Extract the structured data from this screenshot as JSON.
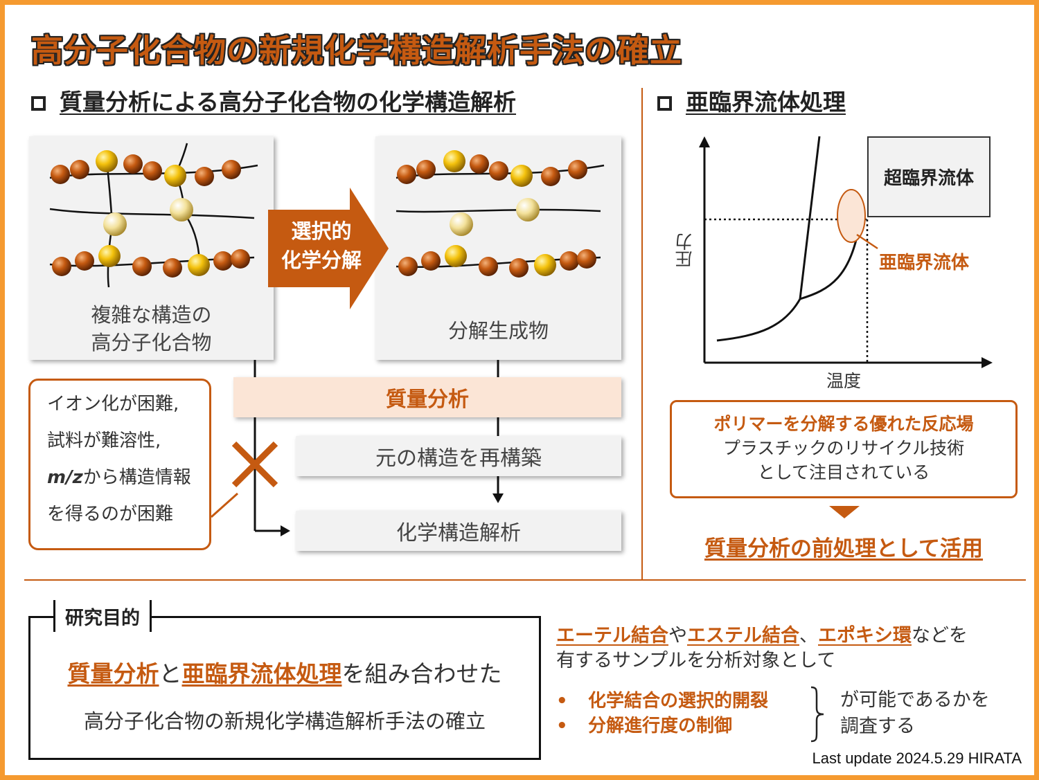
{
  "title": "高分子化合物の新規化学構造解析手法の確立",
  "left_section": {
    "heading": "質量分析による高分子化合物の化学構造解析",
    "complex_label_1": "複雑な構造の",
    "complex_label_2": "高分子化合物",
    "arrow_label_1": "選択的",
    "arrow_label_2": "化学分解",
    "products_label": "分解生成物",
    "ms_label": "質量分析",
    "rebuild_label": "元の構造を再構築",
    "analysis_label": "化学構造解析",
    "problem_lines": [
      "イオン化が困難,",
      "試料が難溶性,",
      "から構造情報",
      "を得るのが困難"
    ],
    "mz": "m/z"
  },
  "right_section": {
    "heading": "亜臨界流体処理",
    "supercritical_label": "超臨界流体",
    "subcritical_label": "亜臨界流体",
    "y_axis": "圧力",
    "x_axis": "温度",
    "info_headline": "ポリマーを分解する優れた反応場",
    "info_line_1": "プラスチックのリサイクル技術",
    "info_line_2": "として注目されている",
    "conclusion": "質量分析の前処理として活用"
  },
  "purpose": {
    "label": "研究目的",
    "term_1": "質量分析",
    "joiner": "と",
    "term_2": "亜臨界流体処理",
    "tail": "を組み合わせた",
    "line_2": "高分子化合物の新規化学構造解析手法の確立"
  },
  "study": {
    "term_1": "エーテル結合",
    "sep_1": "や",
    "term_2": "エステル結合",
    "sep_2": "、",
    "term_3": "エポキシ環",
    "tail": "などを",
    "line_2": "有するサンプルを分析対象として",
    "bullets": [
      "化学結合の選択的開裂",
      "分解進行度の制御"
    ],
    "bullet_char": "•",
    "brace_text_1": "が可能であるかを",
    "brace_text_2": "調査する"
  },
  "footer": "Last update 2024.5.29 HIRATA",
  "colors": {
    "frame": "#f59a30",
    "accent": "#c55a11",
    "pale": "#fbe5d6",
    "box": "#f2f2f2"
  },
  "icons": [
    "cross-icon",
    "square-bullet-icon",
    "down-triangle-icon",
    "right-arrow-icon"
  ]
}
